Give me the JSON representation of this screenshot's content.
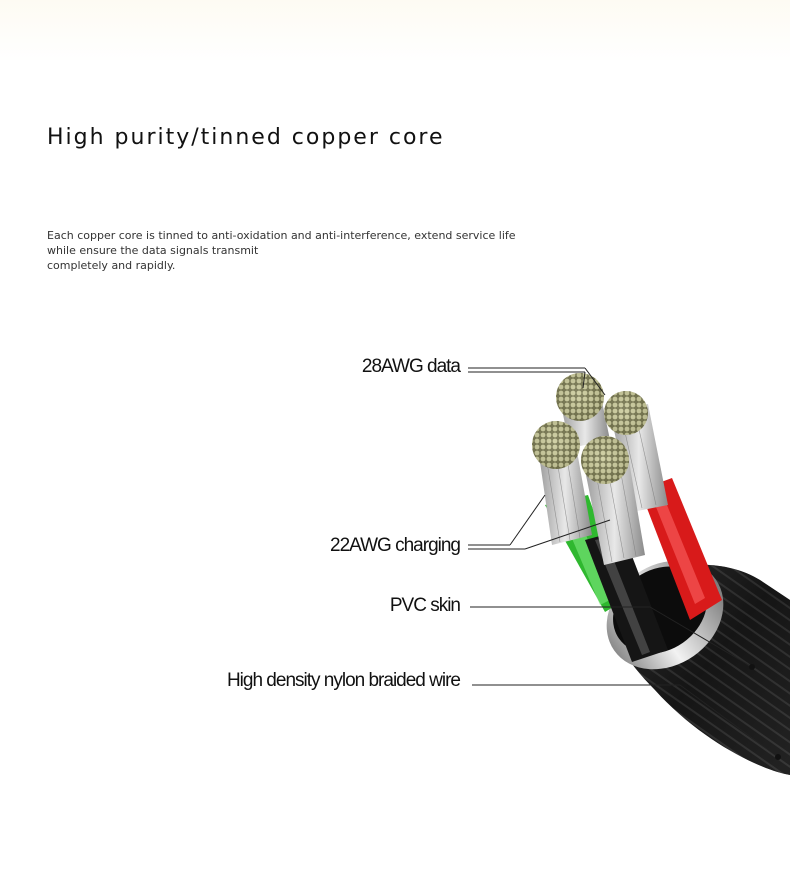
{
  "headline": "High purity/tinned copper core",
  "description": {
    "line1": "Each copper core is tinned to anti-oxidation and anti-interference, extend service life",
    "line2": "while ensure the data signals transmit",
    "line3": "completely and rapidly."
  },
  "callouts": {
    "data_wire": "28AWG data",
    "charging_wire": "22AWG charging",
    "pvc_skin": "PVC skin",
    "braided_wire": "High density nylon braided wire"
  },
  "colors": {
    "green_wire": "#2fb82f",
    "red_wire": "#d81a1a",
    "black_wire": "#151515",
    "copper_tin": "#b9b98a"
  }
}
